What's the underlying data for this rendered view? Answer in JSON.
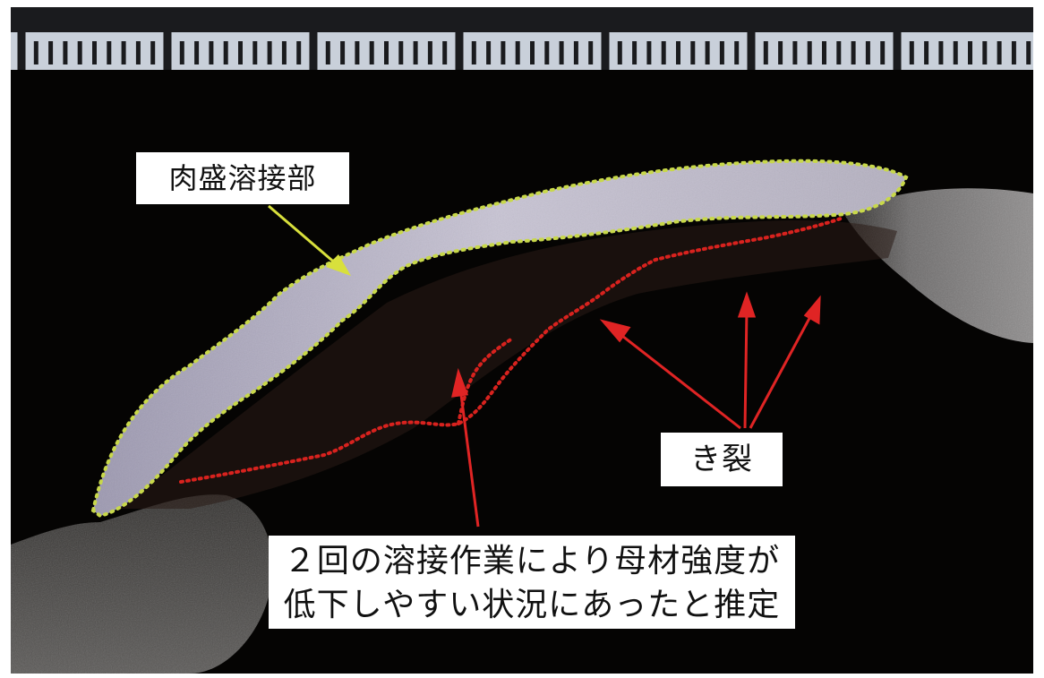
{
  "labels": {
    "weld_overlay": "肉盛溶接部",
    "crack": "き裂",
    "conclusion_line1": "２回の溶接作業により母材強度が",
    "conclusion_line2": "低下しやすい状況にあったと推定"
  },
  "colors": {
    "weld_outline": "#c8d84a",
    "weld_arrow": "#d8e03c",
    "crack_trace": "#d8221e",
    "crack_arrow": "#e02424",
    "background": "#050403",
    "scale_bar": "#cfd6e0"
  }
}
